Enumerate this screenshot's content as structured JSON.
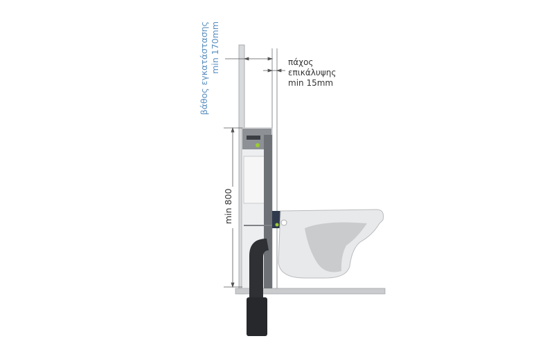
{
  "labels": {
    "install_depth": "βάθος εγκατάστασης",
    "install_depth_min": "min 170mm",
    "cover_thickness_1": "πάχος",
    "cover_thickness_2": "επικάλυψης",
    "cover_thickness_min": "min 15mm",
    "height_min": "min 800"
  },
  "colors": {
    "depth_label": "#5b8fc0",
    "text": "#333333"
  }
}
